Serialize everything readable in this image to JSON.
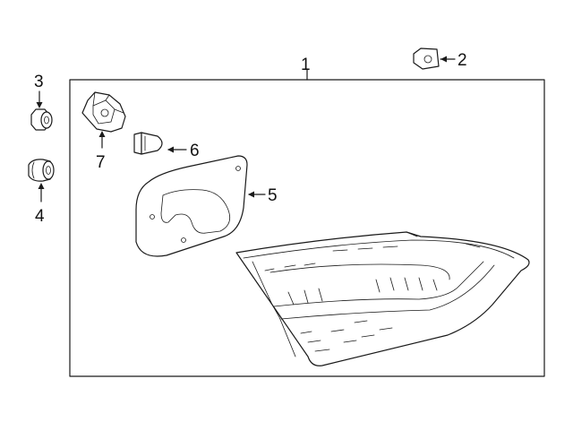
{
  "diagram": {
    "callouts": {
      "c1": "1",
      "c2": "2",
      "c3": "3",
      "c4": "4",
      "c5": "5",
      "c6": "6",
      "c7": "7"
    },
    "colors": {
      "line": "#1a1a1a",
      "background": "#ffffff"
    }
  }
}
